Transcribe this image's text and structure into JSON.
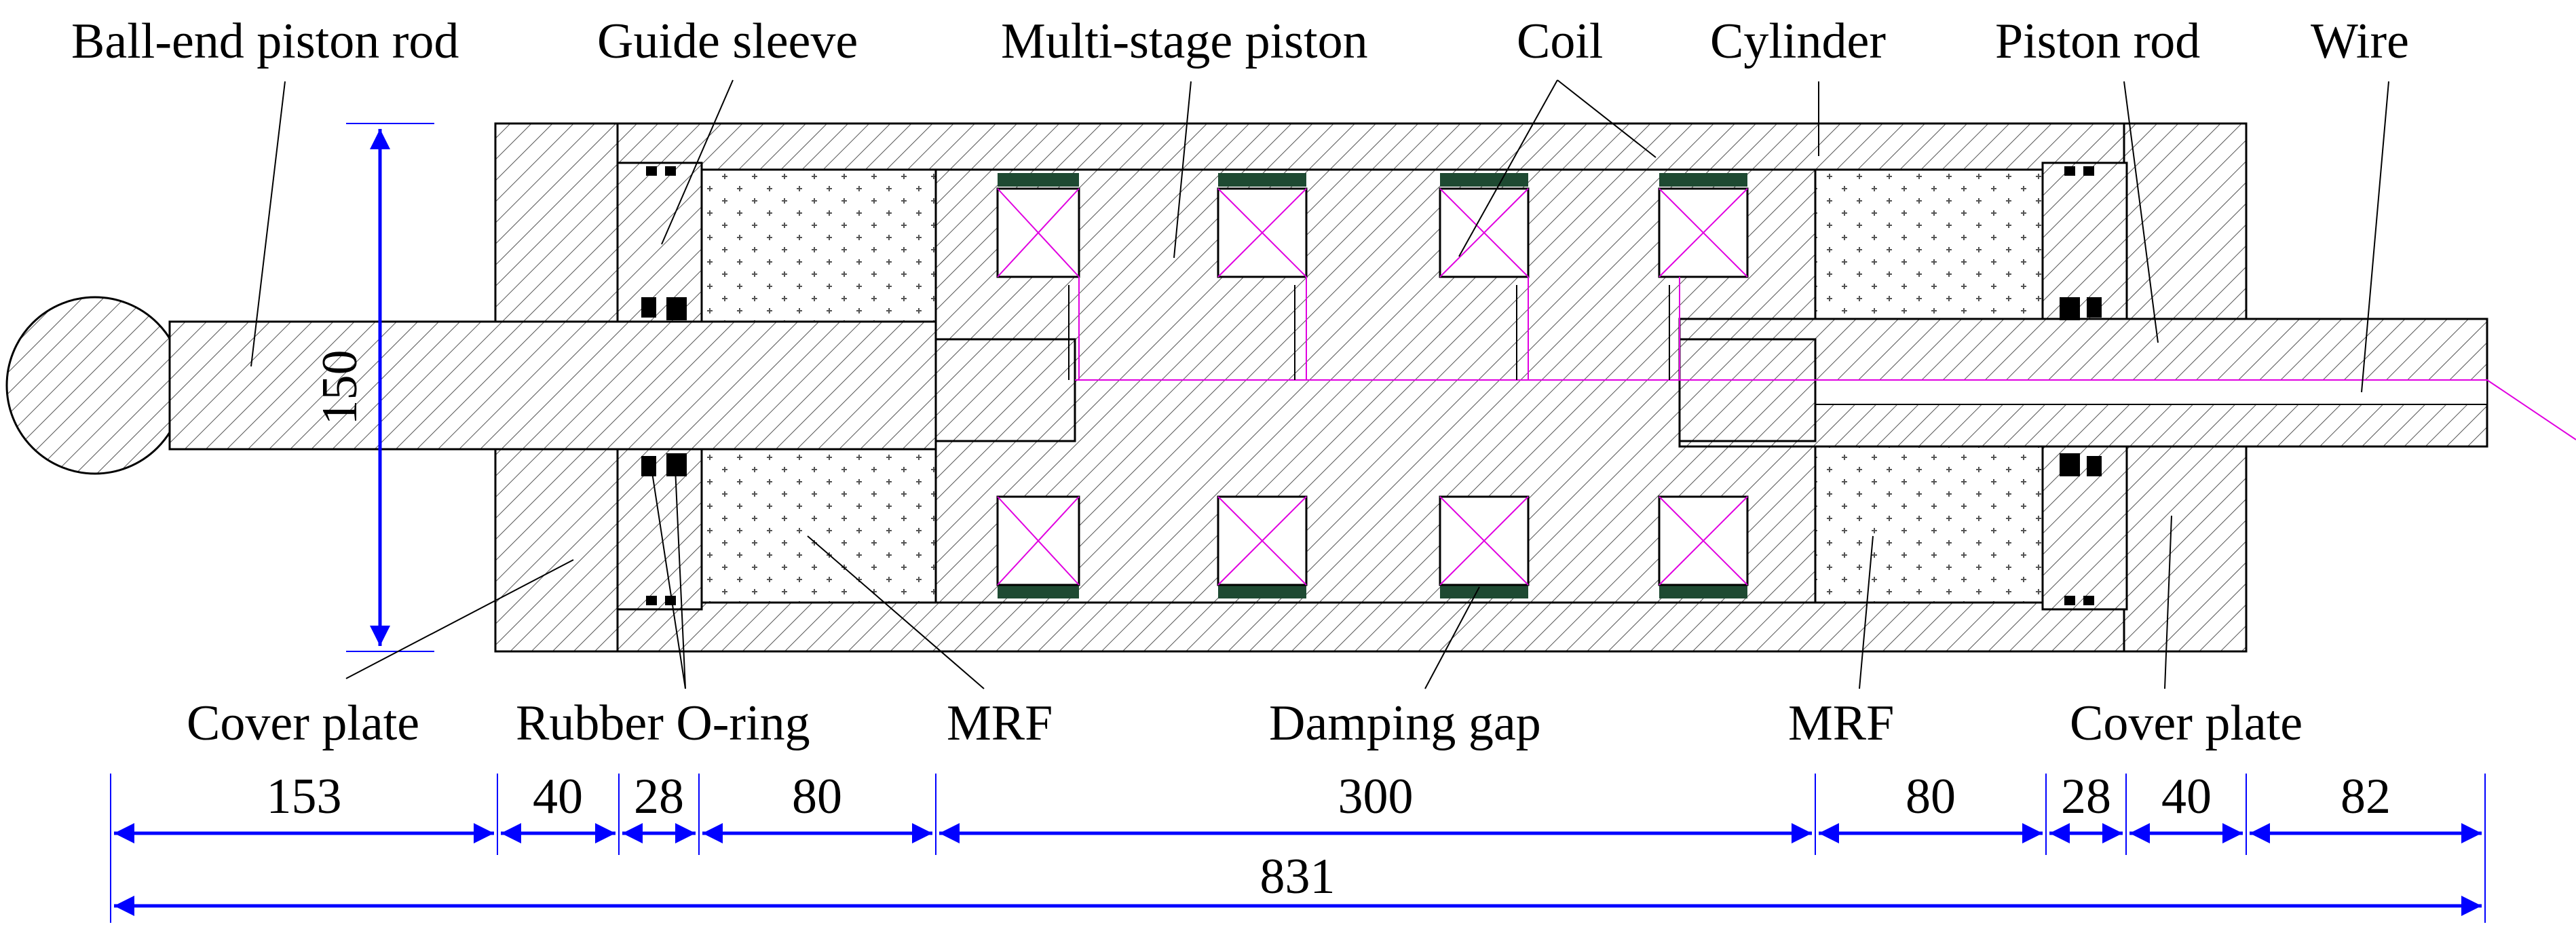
{
  "labels": {
    "ball_end_piston_rod": "Ball-end piston rod",
    "guide_sleeve": "Guide sleeve",
    "multi_stage_piston": "Multi-stage piston",
    "coil": "Coil",
    "cylinder": "Cylinder",
    "piston_rod": "Piston rod",
    "wire": "Wire",
    "cover_plate_left": "Cover plate",
    "rubber_o_ring": "Rubber O-ring",
    "mrf_left": "MRF",
    "damping_gap": "Damping gap",
    "mrf_right": "MRF",
    "cover_plate_right": "Cover plate"
  },
  "dimensions": {
    "height": "150",
    "segments": [
      "153",
      "40",
      "28",
      "80",
      "300",
      "80",
      "28",
      "40",
      "82"
    ],
    "total": "831"
  },
  "colors": {
    "dimension_line": "#0000ff",
    "coil_mark": "#e000e0",
    "damping_gap_fill": "#1e4a32"
  }
}
